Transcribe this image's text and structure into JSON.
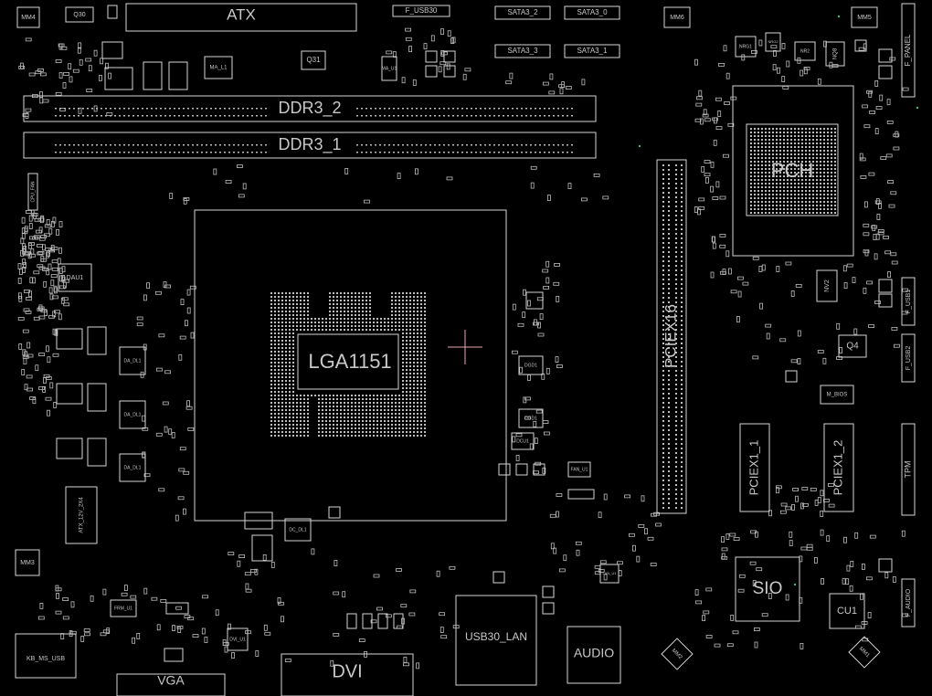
{
  "colors": {
    "background": "#000000",
    "outline": "#d6d6d6",
    "pad": "#bdbdbd",
    "cursor": "#e8a6b4",
    "dot": "#3fbf6f"
  },
  "labels": {
    "atx": "ATX",
    "f_usb30": "F_USB30",
    "sata_2": "SATA3_2",
    "sata_0": "SATA3_0",
    "sata_3": "SATA3_3",
    "sata_1": "SATA3_1",
    "mm4": "MM4",
    "q30": "Q30",
    "q31": "Q31",
    "ma_l1": "MA_L1",
    "ma_u1": "MA_U1",
    "ddr3_2": "DDR3_2",
    "ddr3_1": "DDR3_1",
    "cpu_fan": "CPU_FAN",
    "dau1": "DAU1",
    "da_dl1_a": "DA_DL1",
    "da_dl1_b": "DA_DL1",
    "da_dl1_c": "DA_DL1",
    "atx_12v": "ATX_12V_2X4",
    "lga": "LGA1151",
    "dgd1": "DGD1",
    "dgd2": "DGD1",
    "dcu1": "DCU1",
    "fan_u1": "FAN_U1",
    "dc_dl1": "DC_DL1",
    "mm3": "MM3",
    "kb_ms_usb": "KB_MS_USB",
    "vga": "VGA",
    "dvi": "DVI",
    "frm_u1": "FRM_U1",
    "dvi_u1": "DVI_U1",
    "usb30_lan": "USB30_LAN",
    "lan_u1": "LAN_U1",
    "audio": "AUDIO",
    "mm6": "MM6",
    "mm5": "MM5",
    "nrg1": "NRG1",
    "nrg2": "NRG2",
    "nr2": "NR2",
    "nq8": "NQ8",
    "f_panel": "F_PANEL",
    "pch": "PCH",
    "pciex16": "PCIEX16",
    "nv2": "NV2",
    "f_usb1": "F_USB1",
    "q4": "Q4",
    "f_usb2": "F_USB2",
    "m_bios": "M_BIOS",
    "pciex1_1": "PCIEX1_1",
    "pciex1_2": "PCIEX1_2",
    "tpm": "TPM",
    "sio": "SIO",
    "cu1": "CU1",
    "f_audio": "F_AUDIO",
    "mm2": "MM2",
    "mm1": "MM1"
  }
}
